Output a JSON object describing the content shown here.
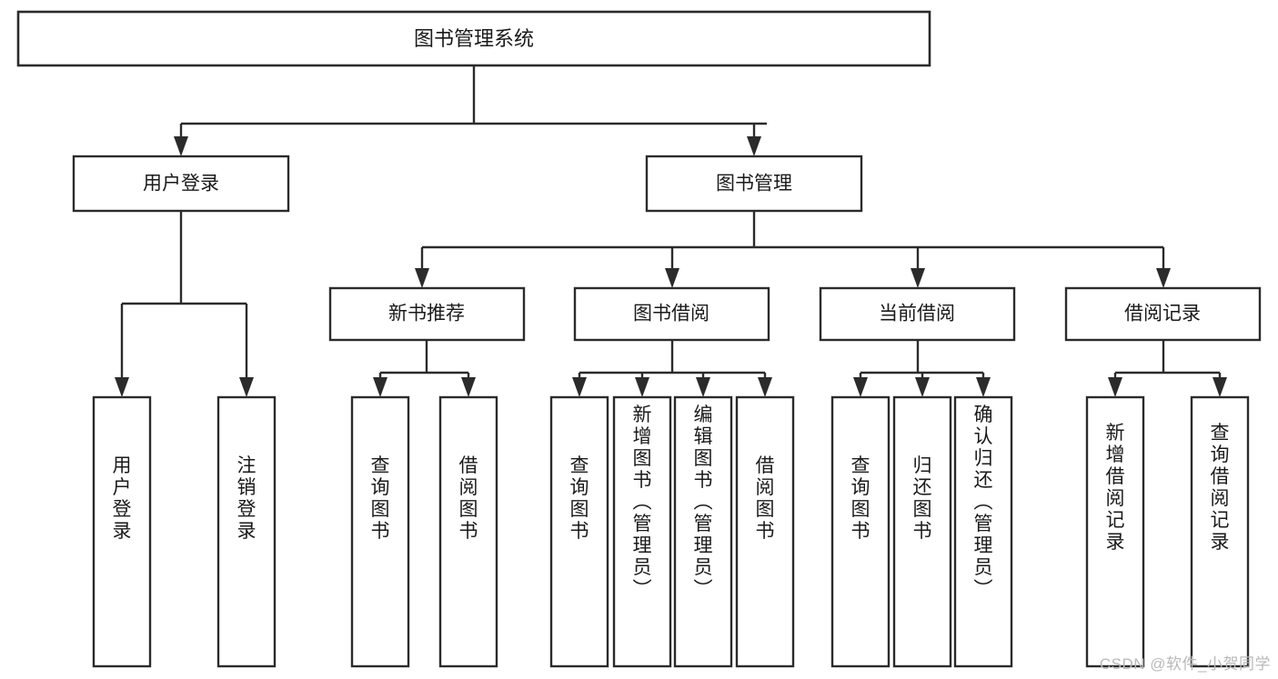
{
  "diagram": {
    "kind": "tree-structure-chart",
    "title": "图书管理系统",
    "watermark": "CSDN @软件_小贺同学",
    "colors": {
      "background": "#ffffff",
      "stroke": "#2b2b2b",
      "text": "#1a1a1a",
      "watermark": "#b9b9b9"
    },
    "levels": {
      "root": {
        "label": "图书管理系统"
      },
      "level2": [
        {
          "id": "user-login",
          "label": "用户登录"
        },
        {
          "id": "book-manage",
          "label": "图书管理"
        }
      ],
      "level3": [
        {
          "id": "new-book-recommend",
          "label": "新书推荐",
          "parent": "book-manage"
        },
        {
          "id": "book-borrow",
          "label": "图书借阅",
          "parent": "book-manage"
        },
        {
          "id": "current-borrow",
          "label": "当前借阅",
          "parent": "book-manage"
        },
        {
          "id": "borrow-record",
          "label": "借阅记录",
          "parent": "book-manage"
        }
      ],
      "leaves": [
        {
          "id": "leaf-user-login",
          "label": "用户登录",
          "parent": "user-login"
        },
        {
          "id": "leaf-logout-login",
          "label": "注销登录",
          "parent": "user-login"
        },
        {
          "id": "leaf-query-book-1",
          "label": "查询图书",
          "parent": "new-book-recommend"
        },
        {
          "id": "leaf-borrow-book-1",
          "label": "借阅图书",
          "parent": "new-book-recommend"
        },
        {
          "id": "leaf-query-book-2",
          "label": "查询图书",
          "parent": "book-borrow"
        },
        {
          "id": "leaf-add-book",
          "label": "新增图书（管理员）",
          "parent": "book-borrow"
        },
        {
          "id": "leaf-edit-book",
          "label": "编辑图书（管理员）",
          "parent": "book-borrow"
        },
        {
          "id": "leaf-borrow-book-2",
          "label": "借阅图书",
          "parent": "book-borrow"
        },
        {
          "id": "leaf-query-book-3",
          "label": "查询图书",
          "parent": "current-borrow"
        },
        {
          "id": "leaf-return-book",
          "label": "归还图书",
          "parent": "current-borrow"
        },
        {
          "id": "leaf-confirm-return",
          "label": "确认归还（管理员）",
          "parent": "current-borrow"
        },
        {
          "id": "leaf-add-record",
          "label": "新增借阅记录",
          "parent": "borrow-record"
        },
        {
          "id": "leaf-query-record",
          "label": "查询借阅记录",
          "parent": "borrow-record"
        }
      ]
    }
  },
  "nodes": {
    "root": "图书管理系统",
    "l2_0": "用户登录",
    "l2_1": "图书管理",
    "l3_0": "新书推荐",
    "l3_1": "图书借阅",
    "l3_2": "当前借阅",
    "l3_3": "借阅记录",
    "leaf_0": "用户登录",
    "leaf_1": "注销登录",
    "leaf_2": "查询图书",
    "leaf_3": "借阅图书",
    "leaf_4": "查询图书",
    "leaf_5": "新增图书（管理员）",
    "leaf_6": "编辑图书（管理员）",
    "leaf_7": "借阅图书",
    "leaf_8": "查询图书",
    "leaf_9": "归还图书",
    "leaf_10": "确认归还（管理员）",
    "leaf_11": "新增借阅记录",
    "leaf_12": "查询借阅记录"
  },
  "footer": {
    "watermark": "CSDN @软件_小贺同学"
  }
}
